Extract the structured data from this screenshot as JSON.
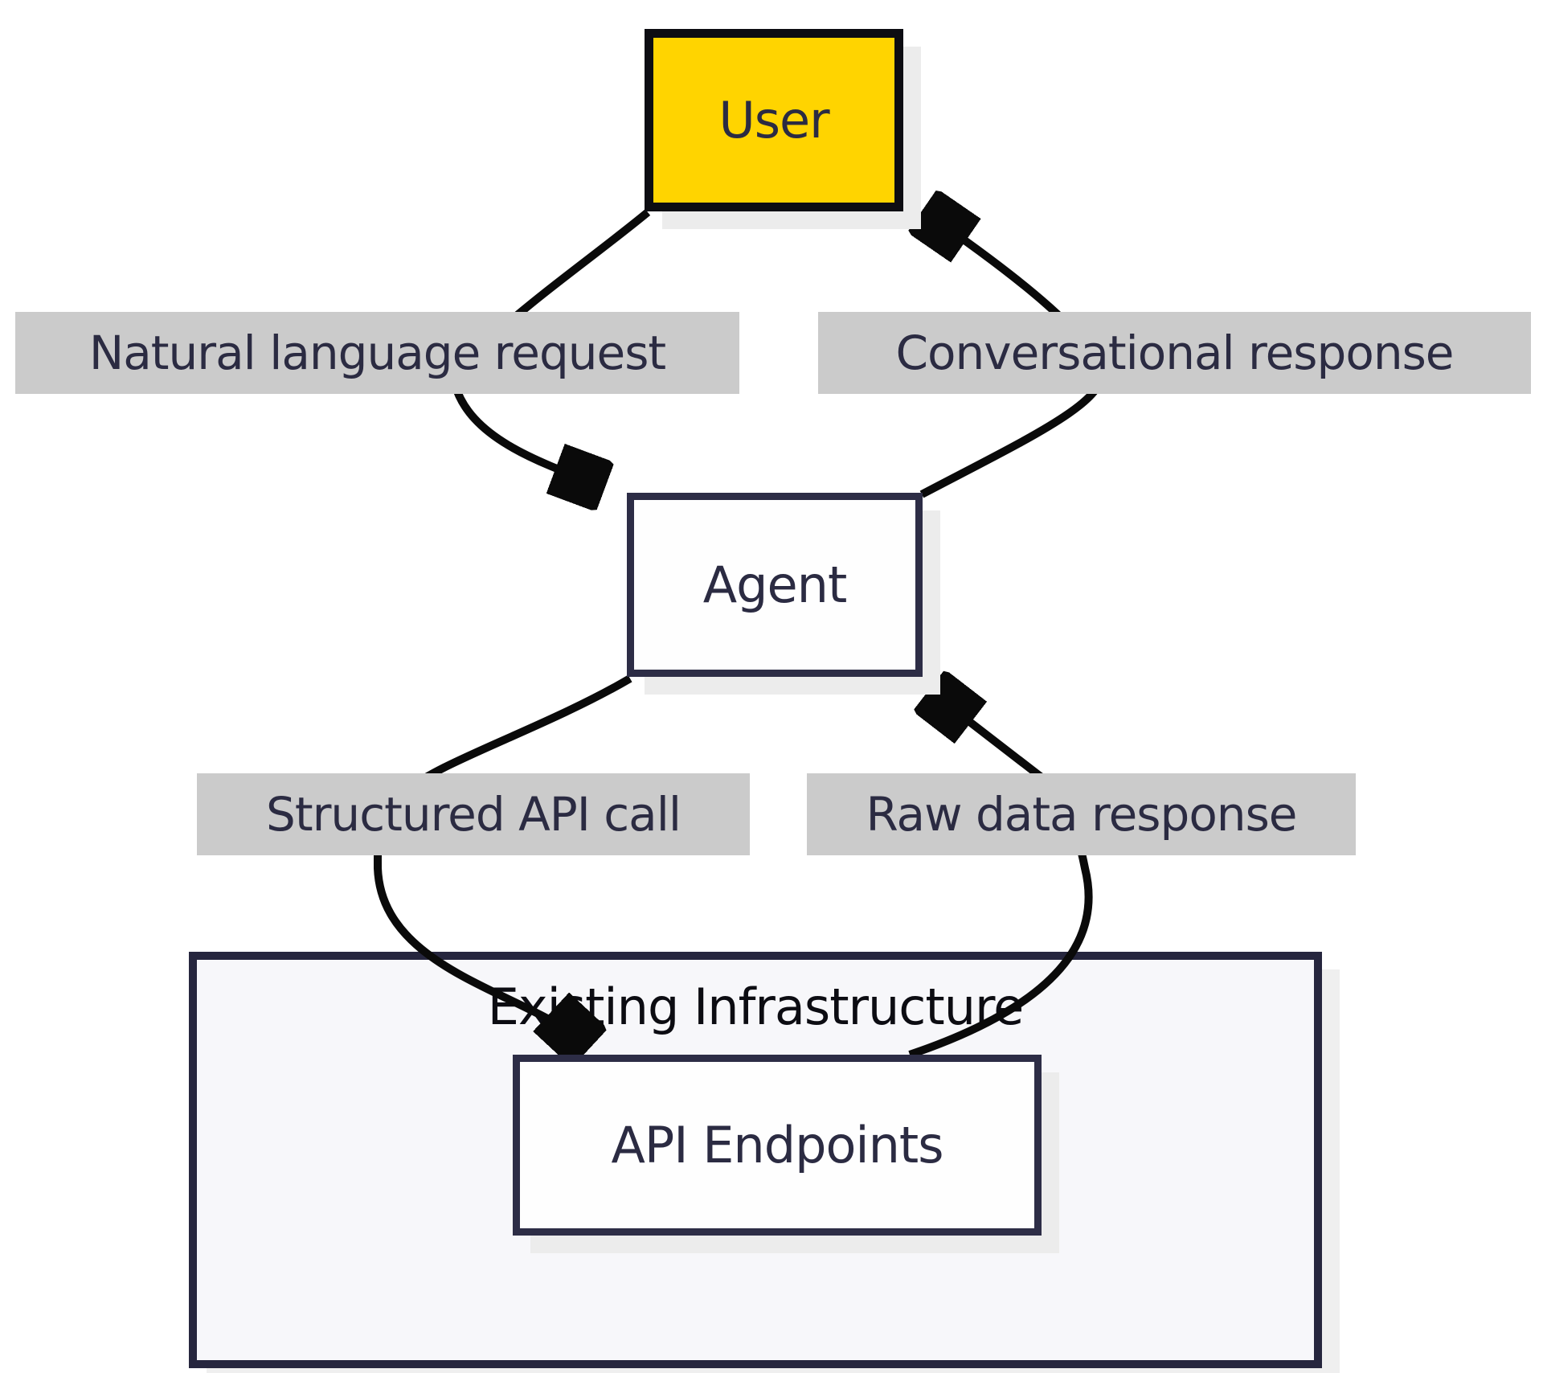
{
  "diagram": {
    "nodes": {
      "user": {
        "label": "User"
      },
      "agent": {
        "label": "Agent"
      },
      "api_endpoints": {
        "label": "API Endpoints"
      },
      "existing_infrastructure": {
        "label": "Existing Infrastructure"
      }
    },
    "edges": {
      "natural_language_request": {
        "label": "Natural language request",
        "from": "User",
        "to": "Agent"
      },
      "conversational_response": {
        "label": "Conversational response",
        "from": "Agent",
        "to": "User"
      },
      "structured_api_call": {
        "label": "Structured API call",
        "from": "Agent",
        "to": "API Endpoints"
      },
      "raw_data_response": {
        "label": "Raw data response",
        "from": "API Endpoints",
        "to": "Agent"
      }
    },
    "colors": {
      "background": "#ffffff",
      "user_fill": "#ffd400",
      "user_border": "#0d0d12",
      "node_fill": "#fefefe",
      "node_border": "#2d2d46",
      "node_text": "#2b2b42",
      "container_fill": "#f7f7fa",
      "container_border": "#26263e",
      "container_title": "#0c0c12",
      "edge_label_bg": "#cbcbcb",
      "edge_label_text": "#2b2b42",
      "line": "#0a0a0a",
      "shadow": "#ececec"
    }
  }
}
